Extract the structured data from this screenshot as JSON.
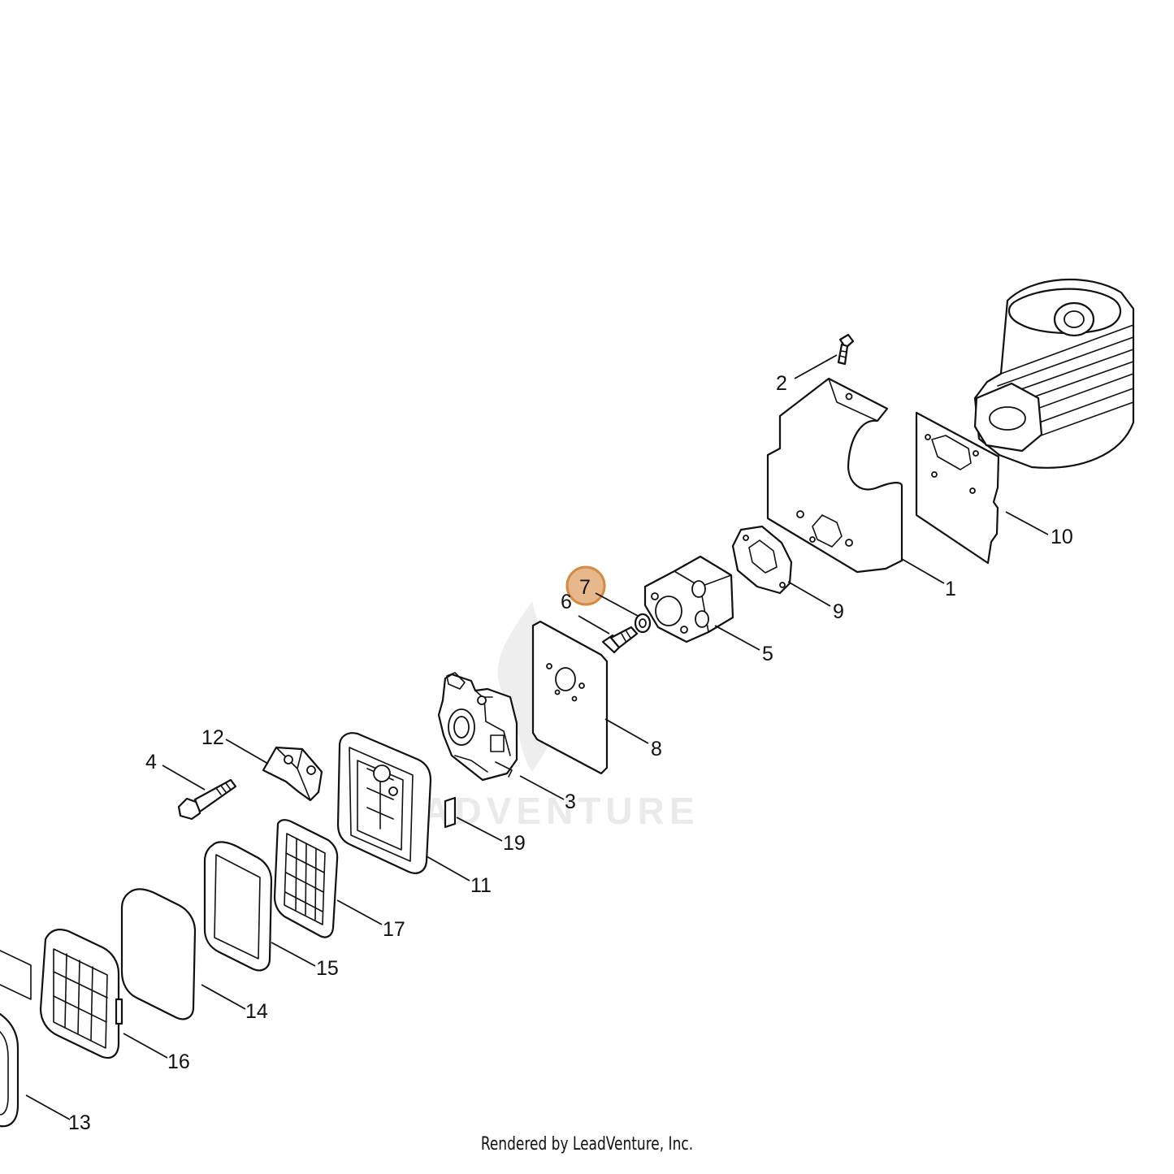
{
  "callouts": [
    {
      "id": "1",
      "label": "1"
    },
    {
      "id": "2",
      "label": "2"
    },
    {
      "id": "3",
      "label": "3"
    },
    {
      "id": "4",
      "label": "4"
    },
    {
      "id": "5",
      "label": "5"
    },
    {
      "id": "6",
      "label": "6"
    },
    {
      "id": "7",
      "label": "7",
      "highlighted": true
    },
    {
      "id": "8",
      "label": "8"
    },
    {
      "id": "9",
      "label": "9"
    },
    {
      "id": "10",
      "label": "10"
    },
    {
      "id": "11",
      "label": "11"
    },
    {
      "id": "12",
      "label": "12"
    },
    {
      "id": "13",
      "label": "13"
    },
    {
      "id": "14",
      "label": "14"
    },
    {
      "id": "15",
      "label": "15"
    },
    {
      "id": "16",
      "label": "16"
    },
    {
      "id": "17",
      "label": "17"
    },
    {
      "id": "19",
      "label": "19"
    }
  ],
  "watermark": {
    "text": "LEADVENTURE"
  },
  "footer": {
    "text": "Rendered by LeadVenture, Inc."
  },
  "colors": {
    "highlight_fill": "#e7b88c",
    "highlight_stroke": "#d58a44",
    "line": "#111111"
  }
}
